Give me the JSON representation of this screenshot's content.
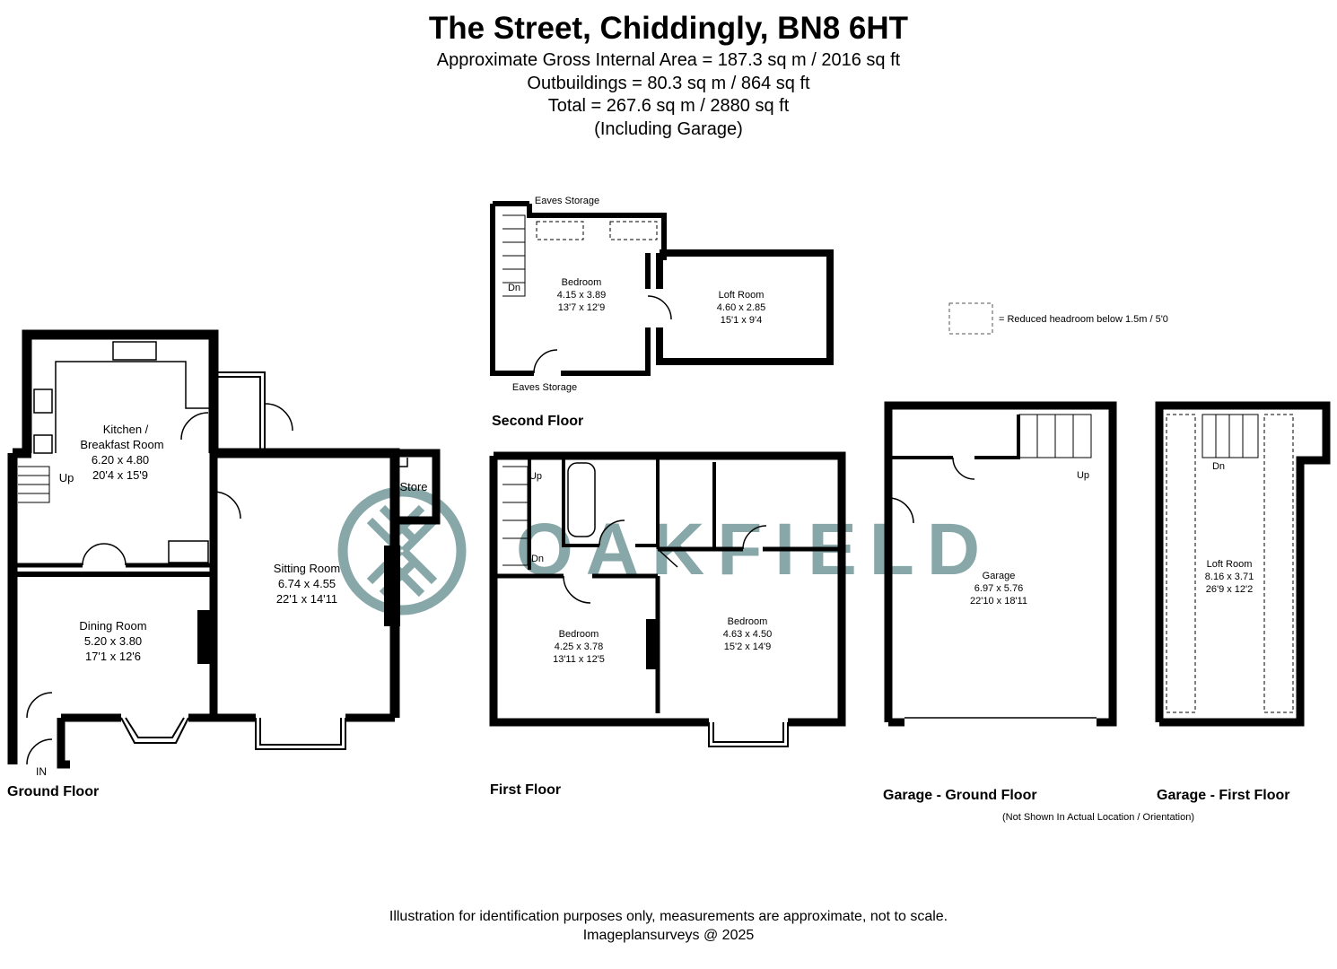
{
  "header": {
    "title": "The Street, Chiddingly, BN8 6HT",
    "area_gross": "Approximate Gross Internal Area = 187.3 sq m / 2016 sq ft",
    "area_outbuildings": "Outbuildings = 80.3 sq m / 864 sq ft",
    "area_total": "Total = 267.6 sq m / 2880 sq ft",
    "area_note": "(Including Garage)"
  },
  "legend": {
    "text": "= Reduced headroom below 1.5m / 5'0"
  },
  "watermark": {
    "text": "OAKFIELD"
  },
  "colors": {
    "wall": "#000000",
    "watermark": "#5f8a8b"
  },
  "floors": {
    "ground": {
      "label": "Ground Floor",
      "in_label": "IN",
      "up_label": "Up",
      "store_label": "Store",
      "kitchen": {
        "name": "Kitchen /",
        "name2": "Breakfast Room",
        "metric": "6.20 x 4.80",
        "imperial": "20'4 x 15'9"
      },
      "dining": {
        "name": "Dining Room",
        "metric": "5.20 x 3.80",
        "imperial": "17'1 x 12'6"
      },
      "sitting": {
        "name": "Sitting Room",
        "metric": "6.74 x 4.55",
        "imperial": "22'1 x 14'11"
      }
    },
    "first": {
      "label": "First Floor",
      "up_label": "Up",
      "dn_label": "Dn",
      "bedroom_a": {
        "name": "Bedroom",
        "metric": "4.25 x 3.78",
        "imperial": "13'11 x 12'5"
      },
      "bedroom_b": {
        "name": "Bedroom",
        "metric": "4.63 x 4.50",
        "imperial": "15'2 x 14'9"
      }
    },
    "second": {
      "label": "Second Floor",
      "dn_label": "Dn",
      "eaves_top": "Eaves Storage",
      "eaves_bottom": "Eaves Storage",
      "bedroom": {
        "name": "Bedroom",
        "metric": "4.15 x 3.89",
        "imperial": "13'7 x 12'9"
      },
      "loft": {
        "name": "Loft Room",
        "metric": "4.60 x 2.85",
        "imperial": "15'1 x 9'4"
      }
    },
    "garage_ground": {
      "label": "Garage - Ground Floor",
      "up_label": "Up",
      "garage": {
        "name": "Garage",
        "metric": "6.97 x 5.76",
        "imperial": "22'10 x 18'11"
      }
    },
    "garage_first": {
      "label": "Garage - First Floor",
      "dn_label": "Dn",
      "loft": {
        "name": "Loft Room",
        "metric": "8.16 x 3.71",
        "imperial": "26'9 x 12'2"
      }
    }
  },
  "notes": {
    "orientation": "(Not Shown In Actual Location / Orientation)",
    "disclaimer": "Illustration for identification purposes only, measurements are approximate, not to scale.",
    "copyright": "Imageplansurveys @ 2025"
  }
}
